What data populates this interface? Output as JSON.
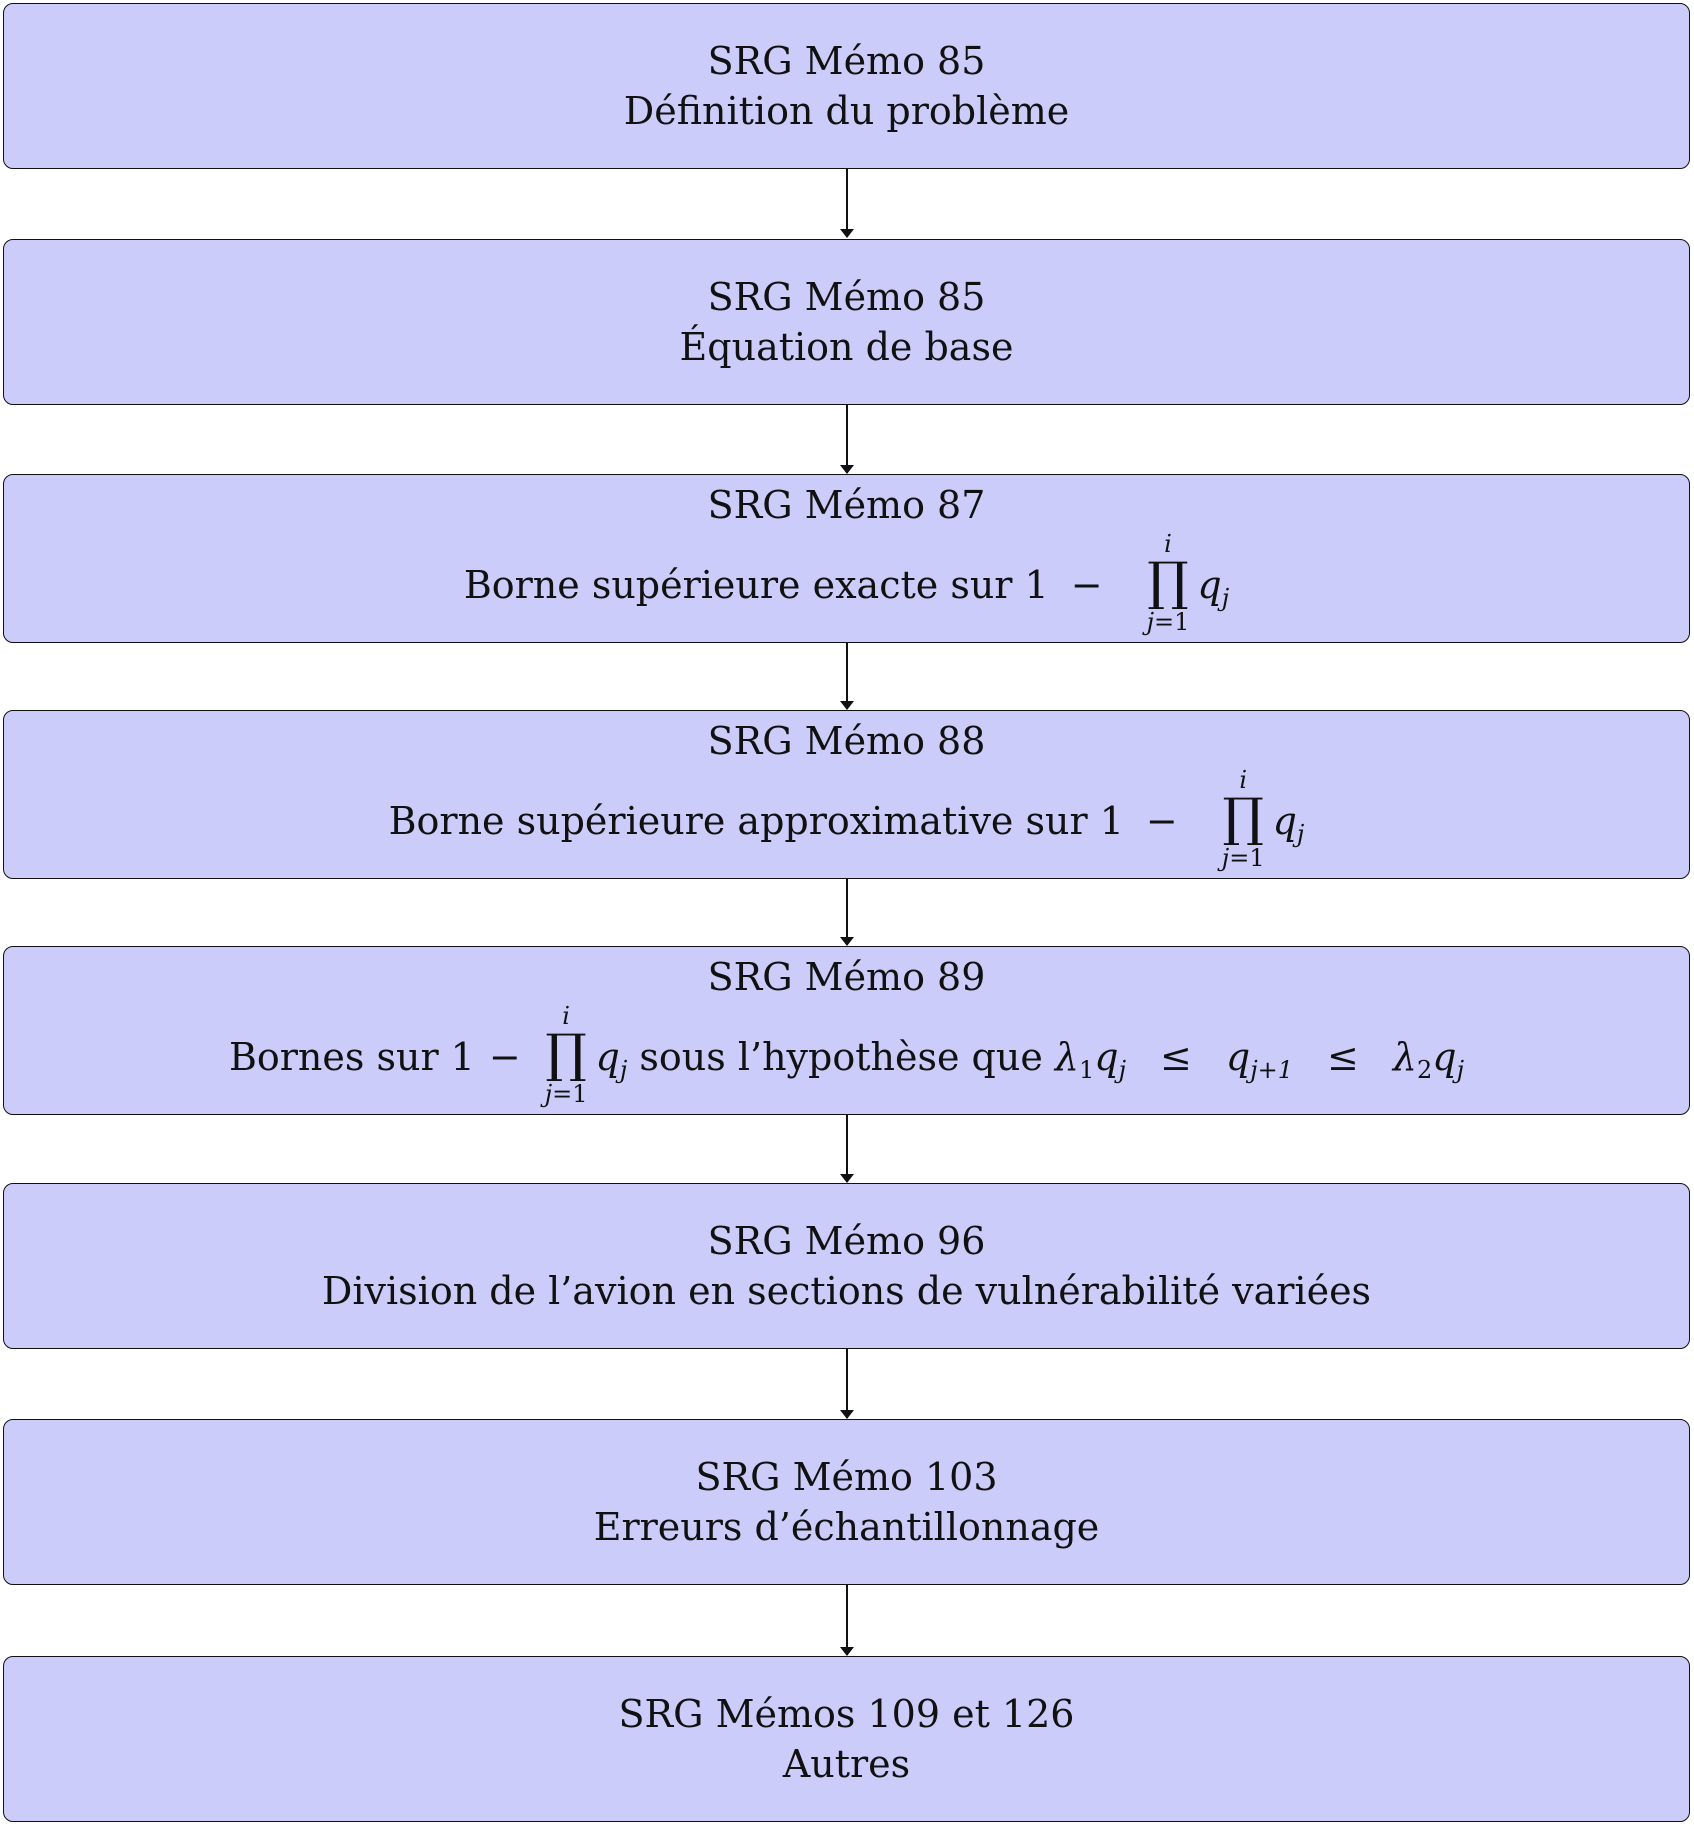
{
  "boxes": [
    {
      "memo": "SRG Mémo 85",
      "topic": "Définition du problème"
    },
    {
      "memo": "SRG Mémo 85",
      "topic": "Équation de base"
    },
    {
      "memo": "SRG Mémo 87",
      "formula": {
        "before": "Borne supérieure exacte sur 1",
        "minus": "−",
        "prod_symbol": "∏",
        "prod_upper": "i",
        "prod_lower_var": "j",
        "prod_lower_rest": "=1",
        "var": "q",
        "var_sub": "j"
      }
    },
    {
      "memo": "SRG Mémo 88",
      "formula": {
        "before": "Borne supérieure approximative sur 1",
        "minus": "−",
        "prod_symbol": "∏",
        "prod_upper": "i",
        "prod_lower_var": "j",
        "prod_lower_rest": "=1",
        "var": "q",
        "var_sub": "j"
      }
    },
    {
      "memo": "SRG Mémo 89",
      "formula": {
        "before": "Bornes sur 1",
        "minus": "−",
        "prod_symbol": "∏",
        "prod_upper": "i",
        "prod_lower_var": "j",
        "prod_lower_rest": "=1",
        "var": "q",
        "var_sub": "j",
        "after": " sous l’hypothèse que ",
        "lambda1": "λ",
        "lambda1_sub": "1",
        "lambda1_var": "q",
        "lambda1_var_sub": "j",
        "leq1": "≤",
        "mid_var": "q",
        "mid_sub": "j+1",
        "leq2": "≤",
        "lambda2": "λ",
        "lambda2_sub": "2",
        "lambda2_var": "q",
        "lambda2_var_sub": "j"
      }
    },
    {
      "memo": "SRG Mémo 96",
      "topic": "Division de l’avion en sections de vulnérabilité variées"
    },
    {
      "memo": "SRG Mémo 103",
      "topic": "Erreurs d’échantillonnage"
    },
    {
      "memo": "SRG Mémos 109 et 126",
      "topic": "Autres"
    }
  ],
  "colors": {
    "box_fill": "#ccccfa",
    "box_border": "#111111",
    "arrow": "#111111"
  }
}
